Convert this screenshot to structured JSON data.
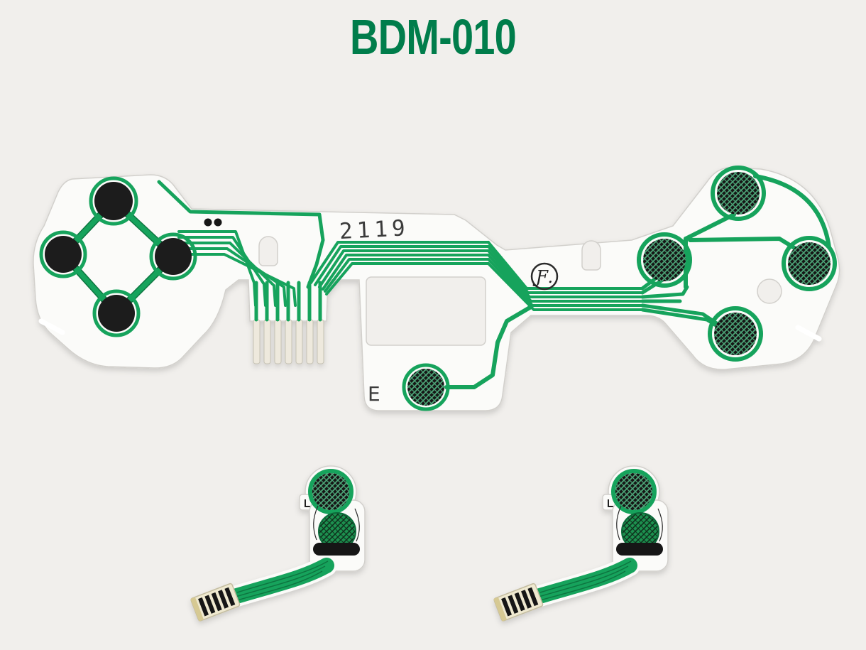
{
  "page": {
    "background_color": "#f1efec",
    "title": "BDM-010",
    "title_color": "#007d4b"
  },
  "film_markings": {
    "date_code": "2119",
    "revision_mark": "E",
    "logo_mark": "Ƒ."
  },
  "palette": {
    "trace_green": "#18a35c",
    "trace_green_dark": "#0d7440",
    "film_white": "#fbfbf9",
    "film_edge": "#d2d0cc",
    "pad_black": "#1b1b1b",
    "hatch_green": "#4da578",
    "connector_cream": "#efe9d0",
    "finger_black": "#131313",
    "mark_ink": "#3a3a3a"
  }
}
